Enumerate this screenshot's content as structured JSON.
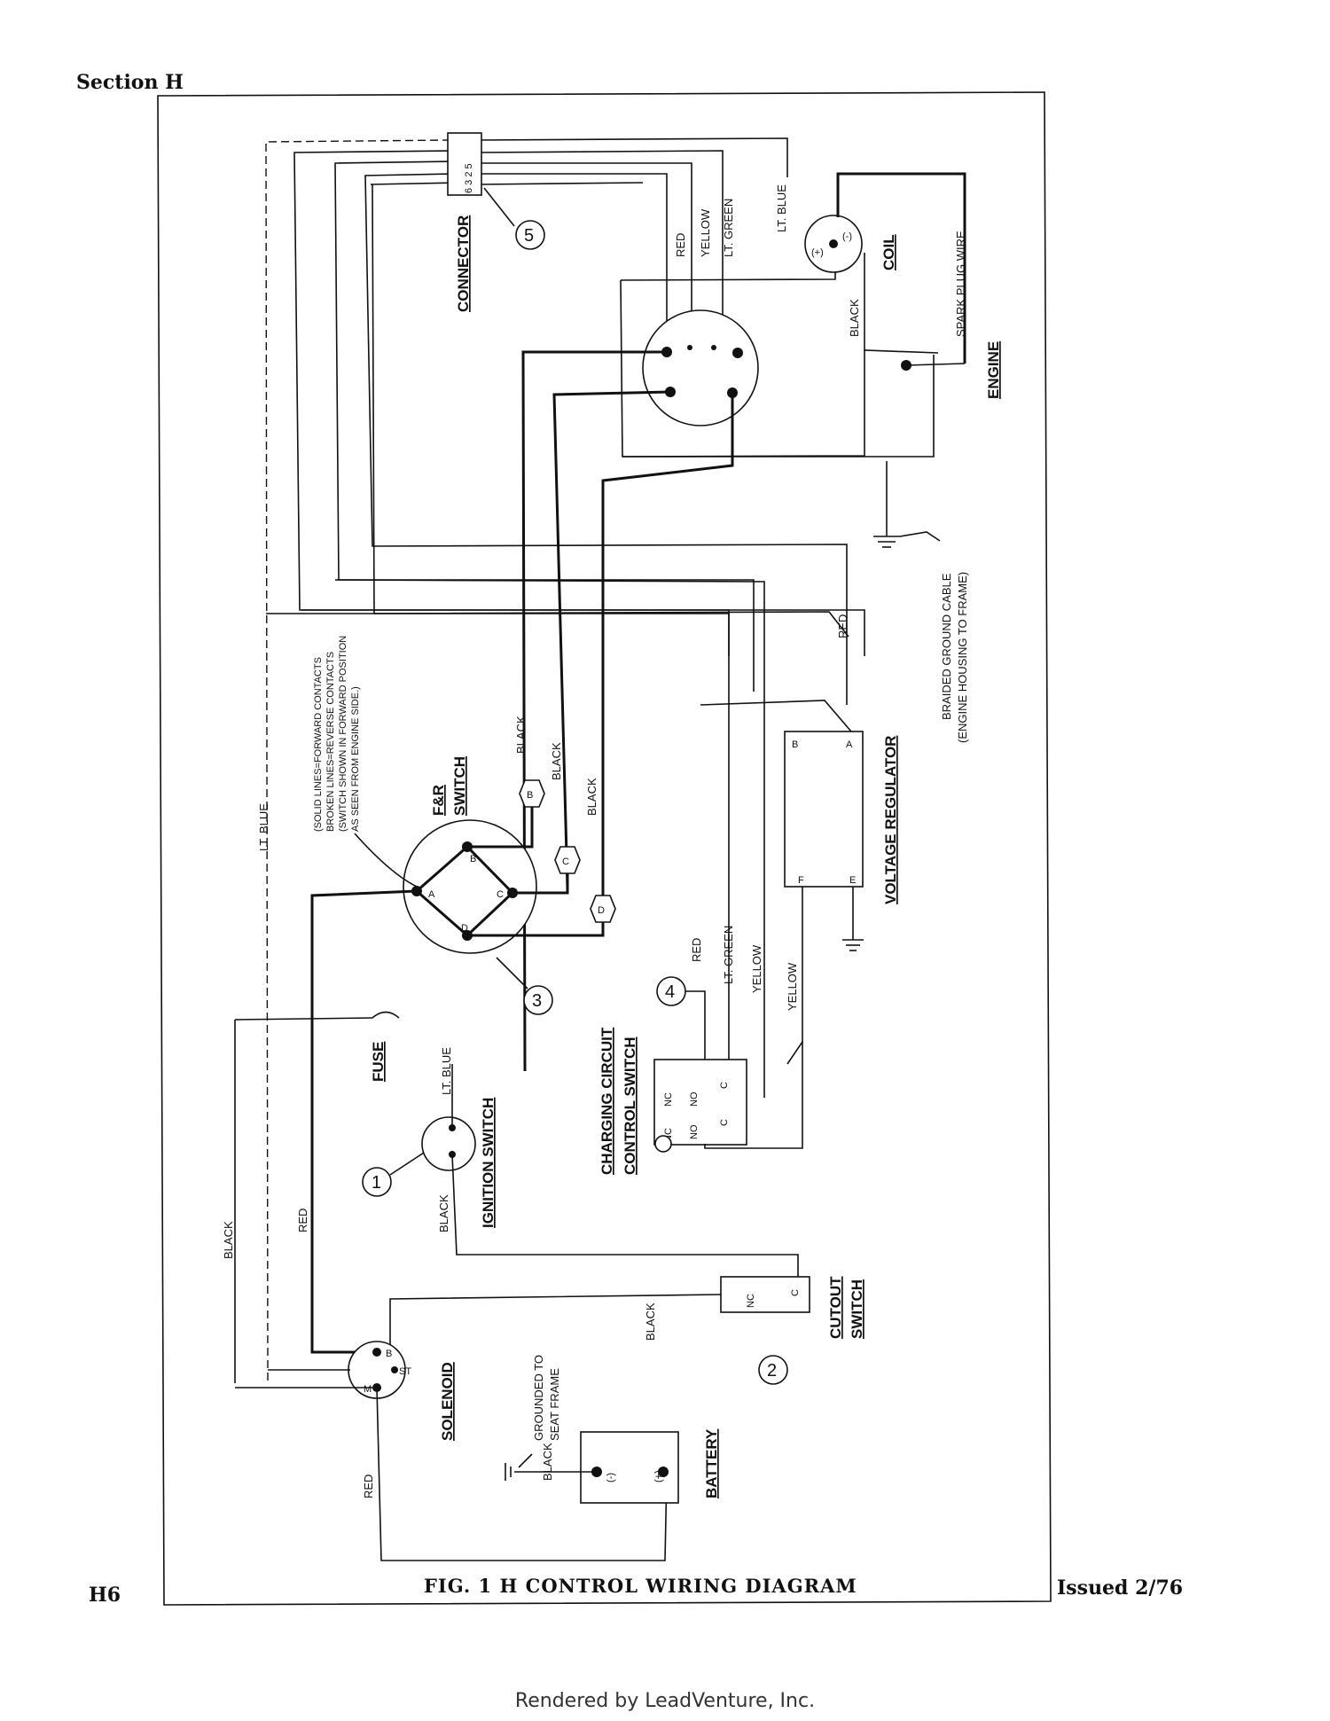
{
  "header": {
    "section": "Section H",
    "page": "H6",
    "issued": "Issued 2/76"
  },
  "caption": "FIG. 1 H   CONTROL WIRING DIAGRAM",
  "footer": "Rendered by LeadVenture, Inc.",
  "components": {
    "connector": "CONNECTOR",
    "connector_pins": "6 3 2 5",
    "coil": "COIL",
    "engine": "ENGINE",
    "spark_plug_wire": "SPARK PLUG WIRE",
    "f_r_switch": [
      "F&R",
      "SWITCH"
    ],
    "voltage_regulator": "VOLTAGE REGULATOR",
    "fuse": "FUSE",
    "ignition_switch": "IGNITION SWITCH",
    "charging_switch": [
      "CHARGING CIRCUIT",
      "CONTROL SWITCH"
    ],
    "cutout_switch": [
      "CUTOUT",
      "SWITCH"
    ],
    "solenoid": "SOLENOID",
    "battery": "BATTERY",
    "braided_ground": [
      "BRAIDED GROUND CABLE",
      "(ENGINE HOUSING TO FRAME)"
    ],
    "grounded_seat": [
      "GROUNDED TO",
      "SEAT FRAME"
    ],
    "fr_note": [
      "(SOLID LINES=FORWARD CONTACTS",
      "BROKEN LINES=REVERSE CONTACTS",
      "(SWITCH SHOWN IN FORWARD POSITION",
      "AS SEEN FROM ENGINE SIDE.)"
    ]
  },
  "wire_labels": {
    "red": "RED",
    "yellow": "YELLOW",
    "lt_green": "LT. GREEN",
    "lt_blue": "LT. BLUE",
    "black": "BLACK"
  },
  "terminals": {
    "coil_pos": "(+)",
    "coil_neg": "(-)",
    "reg_b": "B",
    "reg_a": "A",
    "reg_f": "F",
    "reg_e": "E",
    "fr_a": "A",
    "fr_b": "B",
    "fr_c": "C",
    "fr_d": "D",
    "ch_nc": "NC",
    "ch_no": "NO",
    "ch_c": "C",
    "cut_nc": "NC",
    "cut_c": "C",
    "sol_b": "B",
    "sol_st": "ST",
    "sol_m": "M",
    "bat_neg": "(-)",
    "bat_pos": "(+)"
  },
  "callouts": [
    "1",
    "2",
    "3",
    "4",
    "5"
  ]
}
